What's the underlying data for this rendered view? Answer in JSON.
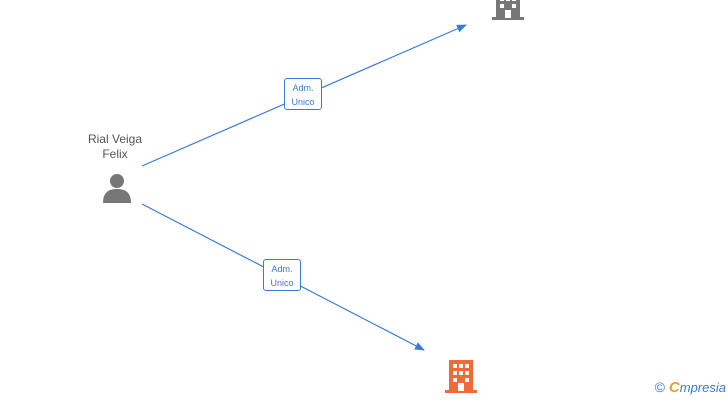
{
  "person": {
    "name_line1": "Rial Veiga",
    "name_line2": "Felix",
    "icon": "person-icon"
  },
  "companies": [
    {
      "icon": "building-icon",
      "color": "#777777"
    },
    {
      "icon": "building-icon",
      "color": "#f06a35"
    }
  ],
  "relations": [
    {
      "line1": "Adm.",
      "line2": "Unico"
    },
    {
      "line1": "Adm.",
      "line2": "Unico"
    }
  ],
  "colors": {
    "edge": "#3a7bd5",
    "person": "#777777"
  },
  "watermark": {
    "copyright_symbol": "©",
    "brand_initial": "C",
    "brand_rest": "mpresia"
  }
}
